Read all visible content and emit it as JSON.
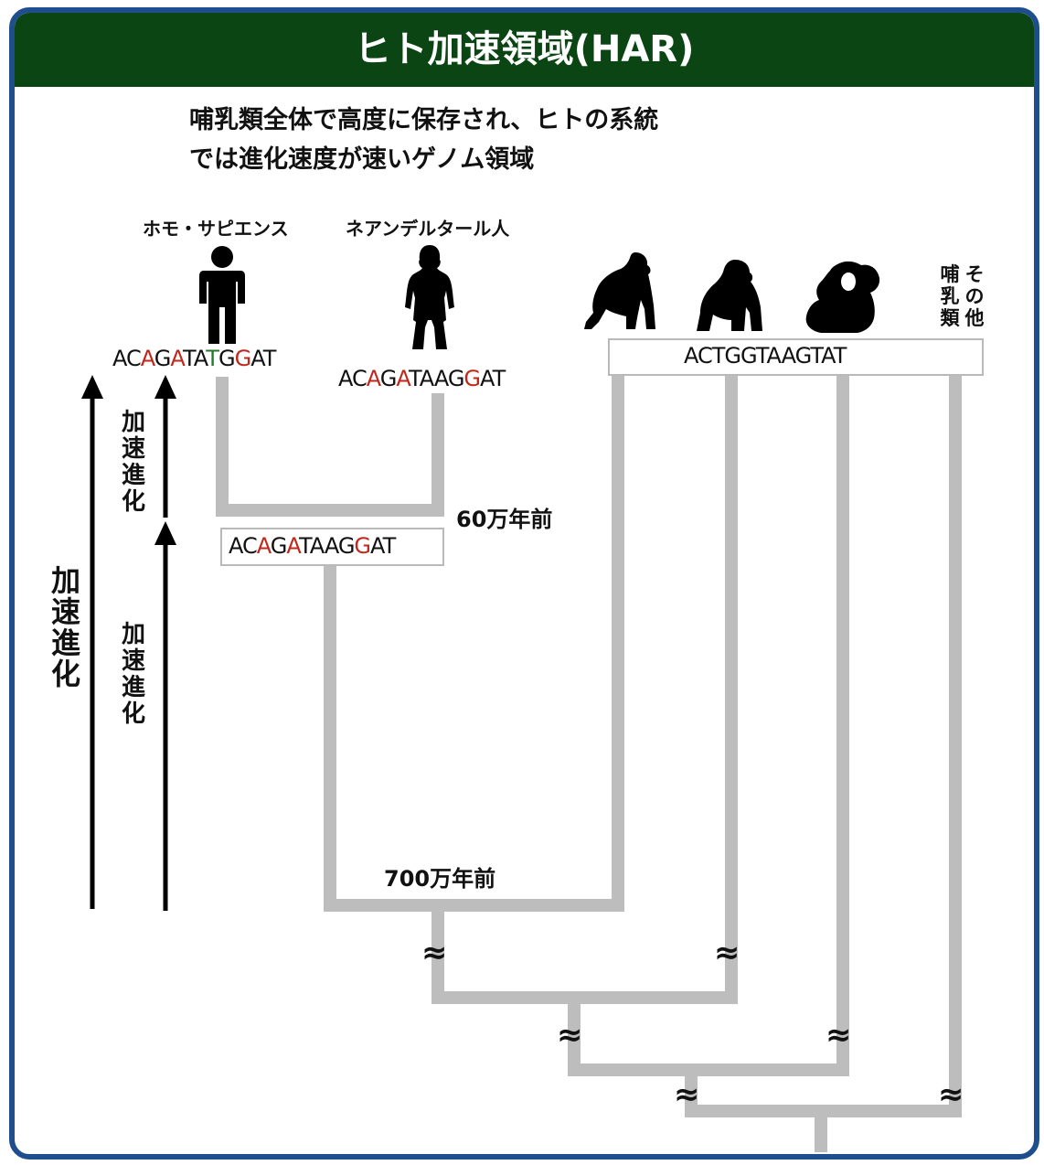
{
  "header": {
    "title": "ヒト加速領域(HAR)"
  },
  "description": {
    "line1": "哺乳類全体で高度に保存され、ヒトの系統",
    "line2": "では進化速度が速いゲノム領域"
  },
  "species": {
    "homo_sapiens": "ホモ・サピエンス",
    "neanderthal": "ネアンデルタール人",
    "other_mammals": [
      "哺",
      "乳",
      "類",
      "そ",
      "の",
      "他"
    ]
  },
  "sequences": {
    "human": [
      {
        "t": "AC",
        "c": "k"
      },
      {
        "t": "A",
        "c": "r"
      },
      {
        "t": "G",
        "c": "k"
      },
      {
        "t": "A",
        "c": "r"
      },
      {
        "t": "TA",
        "c": "k"
      },
      {
        "t": "T",
        "c": "g"
      },
      {
        "t": "G",
        "c": "k"
      },
      {
        "t": "G",
        "c": "r"
      },
      {
        "t": "AT",
        "c": "k"
      }
    ],
    "neanderthal": [
      {
        "t": "AC",
        "c": "k"
      },
      {
        "t": "A",
        "c": "r"
      },
      {
        "t": "G",
        "c": "k"
      },
      {
        "t": "A",
        "c": "r"
      },
      {
        "t": "TAAG",
        "c": "k"
      },
      {
        "t": "G",
        "c": "r"
      },
      {
        "t": "AT",
        "c": "k"
      }
    ],
    "ancestor": [
      {
        "t": "AC",
        "c": "k"
      },
      {
        "t": "A",
        "c": "r"
      },
      {
        "t": "G",
        "c": "k"
      },
      {
        "t": "A",
        "c": "r"
      },
      {
        "t": "TAAG",
        "c": "k"
      },
      {
        "t": "G",
        "c": "r"
      },
      {
        "t": "AT",
        "c": "k"
      }
    ],
    "primates": [
      {
        "t": "ACTGGTAAGTAT",
        "c": "k"
      }
    ]
  },
  "times": {
    "split_recent": "60万年前",
    "split_old": "700万年前"
  },
  "arrow_labels": {
    "long": [
      "加",
      "速",
      "進",
      "化"
    ],
    "short_upper": [
      "加",
      "速",
      "進",
      "化"
    ],
    "short_lower": [
      "加",
      "速",
      "進",
      "化"
    ]
  },
  "gap_mark": "≈",
  "colors": {
    "header_bg": "#0b4513",
    "frame": "#1e4e8e",
    "tree_line": "#bdbdbd",
    "highlight_red": "#c0281c",
    "highlight_green": "#1f7a2a"
  },
  "icons": [
    "human-icon",
    "neanderthal-icon",
    "chimpanzee-icon",
    "gorilla-icon",
    "orangutan-icon"
  ]
}
